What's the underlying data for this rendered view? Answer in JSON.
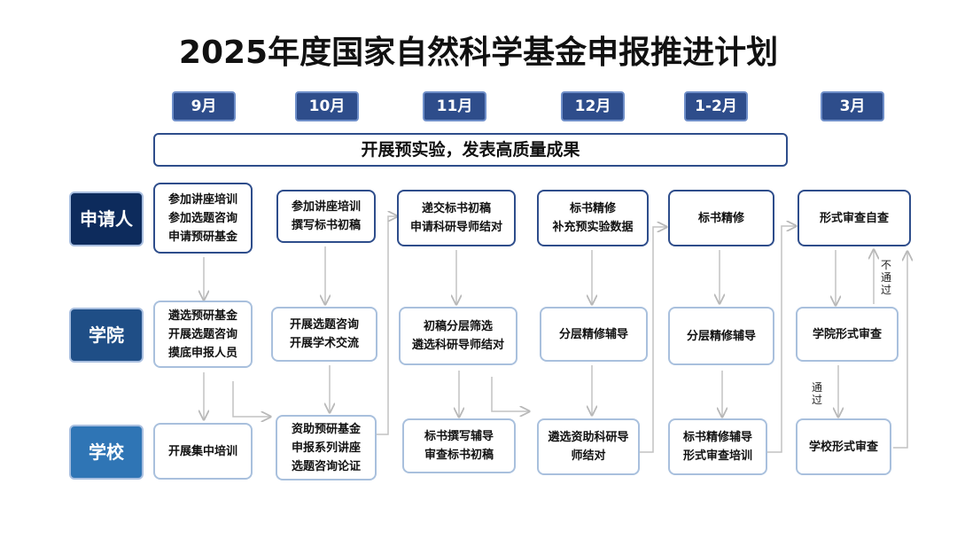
{
  "title": "2025年度国家自然科学基金申报推进计划",
  "months": [
    "9月",
    "10月",
    "11月",
    "12月",
    "1-2月",
    "3月"
  ],
  "banner": "开展预实验，发表高质量成果",
  "roles": [
    "申请人",
    "学院",
    "学校"
  ],
  "role_colors": [
    "#0d2b5c",
    "#1f4e86",
    "#2f75b5"
  ],
  "applicant": [
    "参加讲座培训\n参加选题咨询\n申请预研基金",
    "参加讲座培训\n撰写标书初稿",
    "递交标书初稿\n申请科研导师结对",
    "标书精修\n补充预实验数据",
    "标书精修",
    "形式审查自查"
  ],
  "college": [
    "遴选预研基金\n开展选题咨询\n摸底申报人员",
    "开展选题咨询\n开展学术交流",
    "初稿分层筛选\n遴选科研导师结对",
    "分层精修辅导",
    "分层精修辅导",
    "学院形式审查"
  ],
  "school": [
    "开展集中培训",
    "资助预研基金\n申报系列讲座\n选题咨询论证",
    "标书撰写辅导\n审查标书初稿",
    "遴选资助科研导\n师结对",
    "标书精修辅导\n形式审查培训",
    "学校形式审查"
  ],
  "labels": {
    "fail": "不\n通\n过",
    "pass": "通\n过"
  },
  "icons": [
    "arrow-icon"
  ]
}
